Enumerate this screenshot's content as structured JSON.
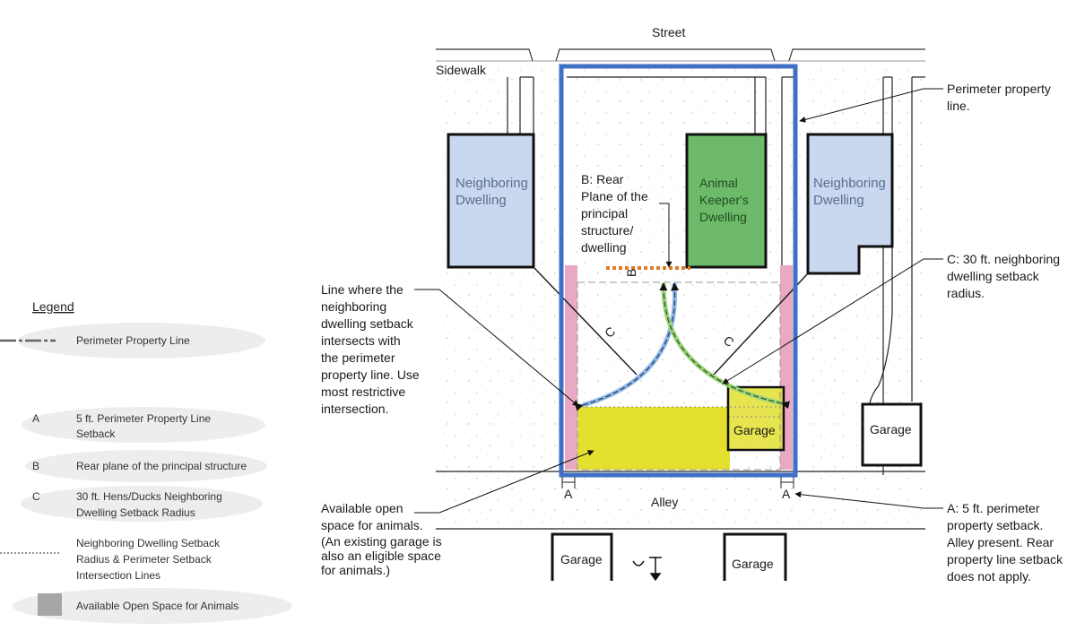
{
  "colors": {
    "perimeter": "#3f6fc6",
    "neighbor_fill": "#c9d8ef",
    "keeper_fill": "#6dbb6a",
    "open_space": "#e3e030",
    "setback_pink": "#e9a9c3",
    "rear_plane": "#e07b22"
  },
  "labels": {
    "street": "Street",
    "sidewalk": "Sidewalk",
    "alley": "Alley",
    "neighbor_left": [
      "Neighboring",
      "Dwelling"
    ],
    "neighbor_right": [
      "Neighboring",
      "Dwelling"
    ],
    "keeper": [
      "Animal",
      "Keeper's",
      "Dwelling"
    ],
    "garage_inside": "Garage",
    "garage_right": "Garage",
    "garage_bottom_left": "Garage",
    "garage_bottom_right": "Garage",
    "mark_a": "A",
    "mark_b": "B",
    "mark_c": "C"
  },
  "callouts": {
    "rear_plane": [
      "B: Rear",
      "Plane of the",
      "principal",
      "structure/",
      "dwelling"
    ],
    "intersection": [
      "Line where the",
      "neighboring",
      "dwelling setback",
      "intersects with",
      "the perimeter",
      "property line. Use",
      "most restrictive",
      "intersection."
    ],
    "open_space": [
      "Available open",
      "space for animals."
    ],
    "open_space_note": [
      "(An existing garage is",
      "also an eligible space",
      "for animals.)"
    ],
    "perimeter": [
      "Perimeter property",
      "line."
    ],
    "radius": [
      "C: 30 ft. neighboring",
      "dwelling setback",
      "radius."
    ],
    "setback": [
      "A: 5 ft. perimeter",
      "property setback.",
      "Alley present. Rear",
      "property line setback",
      "does not apply."
    ]
  },
  "legend": {
    "title": "Legend",
    "items": [
      {
        "key": "",
        "lines": [
          "Perimeter Property Line"
        ]
      },
      {
        "key": "A",
        "lines": [
          "5 ft. Perimeter Property Line",
          "Setback"
        ]
      },
      {
        "key": "B",
        "lines": [
          "Rear plane of the principal structure"
        ]
      },
      {
        "key": "C",
        "lines": [
          "30 ft. Hens/Ducks Neighboring",
          " Dwelling Setback Radius"
        ]
      },
      {
        "key": "",
        "lines": [
          "Neighboring Dwelling Setback",
          "Radius & Perimeter Setback",
          "Intersection Lines"
        ]
      },
      {
        "key": "",
        "lines": [
          "Available Open Space for Animals"
        ]
      }
    ]
  }
}
